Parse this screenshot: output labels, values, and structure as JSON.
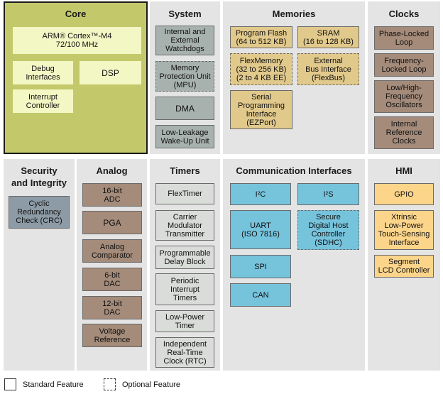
{
  "core": {
    "title": "Core",
    "cpu": "ARM® Cortex™-M4\n72/100 MHz",
    "debug": "Debug\nInterfaces",
    "dsp": "DSP",
    "interrupt": "Interrupt\nController"
  },
  "system": {
    "title": "System",
    "watchdogs": "Internal and\nExternal\nWatchdogs",
    "mpu": "Memory\nProtection Unit\n(MPU)",
    "dma": "DMA",
    "llwu": "Low-Leakage\nWake-Up Unit"
  },
  "memories": {
    "title": "Memories",
    "flash": "Program Flash\n(64 to 512 KB)",
    "sram": "SRAM\n(16 to 128 KB)",
    "flexmemory": "FlexMemory\n(32 to 256 KB)\n(2 to 4 KB EE)",
    "flexbus": "External\nBus Interface\n(FlexBus)",
    "ezport": "Serial\nProgramming\nInterface\n(EZPort)"
  },
  "clocks": {
    "title": "Clocks",
    "pll": "Phase-Locked\nLoop",
    "fll": "Frequency-\nLocked Loop",
    "osc": "Low/High-\nFrequency\nOscillators",
    "irc": "Internal\nReference\nClocks"
  },
  "security": {
    "title": "Security\nand Integrity",
    "crc": "Cyclic\nRedundancy\nCheck (CRC)"
  },
  "analog": {
    "title": "Analog",
    "adc": "16-bit\nADC",
    "pga": "PGA",
    "comparator": "Analog\nComparator",
    "dac6": "6-bit\nDAC",
    "dac12": "12-bit\nDAC",
    "vref": "Voltage\nReference"
  },
  "timers": {
    "title": "Timers",
    "flextimer": "FlexTimer",
    "cmt": "Carrier\nModulator\nTransmitter",
    "pdb": "Programmable\nDelay Block",
    "pit": "Periodic\nInterrupt\nTimers",
    "lptimer": "Low-Power\nTimer",
    "rtc": "Independent\nReal-Time\nClock (RTC)"
  },
  "comm": {
    "title": "Communication Interfaces",
    "i2c": "I²C",
    "i2s": "I²S",
    "uart": "UART\n(ISO 7816)",
    "sdhc": "Secure\nDigital Host\nController\n(SDHC)",
    "spi": "SPI",
    "can": "CAN"
  },
  "hmi": {
    "title": "HMI",
    "gpio": "GPIO",
    "tsi": "Xtrinsic\nLow-Power\nTouch-Sensing\nInterface",
    "lcd": "Segment\nLCD Controller"
  },
  "legend": {
    "standard": "Standard Feature",
    "optional": "Optional Feature"
  },
  "colors": {
    "core": "#f3f7c4",
    "system": "#a7b1ad",
    "memories": "#e1c98c",
    "clocks_analog": "#a48b7a",
    "comm": "#76c3dc",
    "hmi": "#fcd58b"
  }
}
